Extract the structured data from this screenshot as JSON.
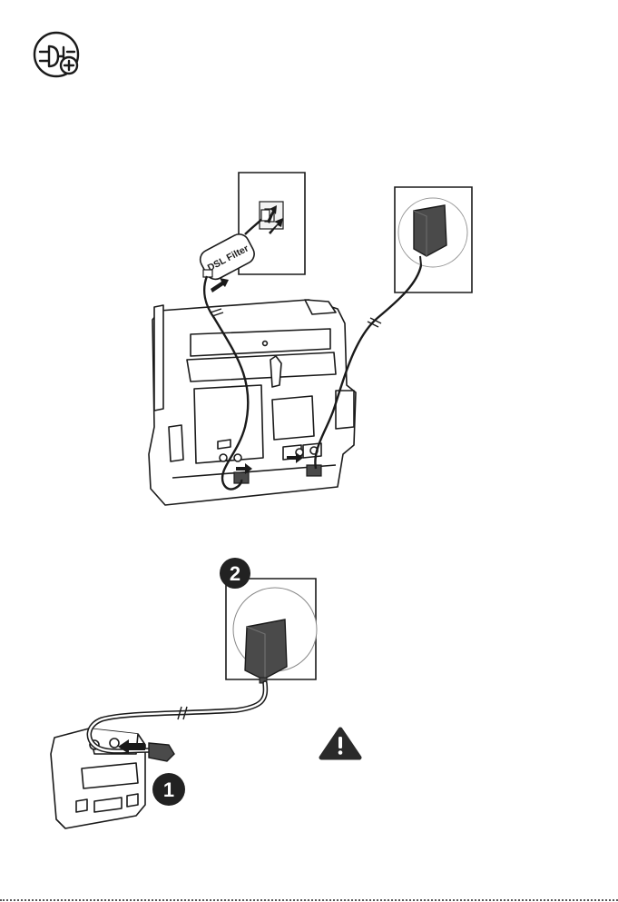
{
  "header": {
    "icon": "plug-connect-icon"
  },
  "top_illustration": {
    "filter_label": "DSL Filter",
    "icons": [
      "phone-wall-socket-icon",
      "power-wall-socket-icon",
      "power-adapter-icon",
      "dsl-filter-icon",
      "telephone-base-icon",
      "arrow-icon"
    ]
  },
  "bottom_illustration": {
    "step_1": "1",
    "step_2": "2",
    "icons": [
      "power-wall-socket-icon",
      "power-adapter-icon",
      "charger-cradle-icon",
      "arrow-icon",
      "warning-icon"
    ]
  },
  "colors": {
    "line": "#1a1a1a",
    "adapter": "#4a4a4a",
    "adapter_light": "#707070",
    "badge": "#222222",
    "wall": "#ffffff"
  }
}
